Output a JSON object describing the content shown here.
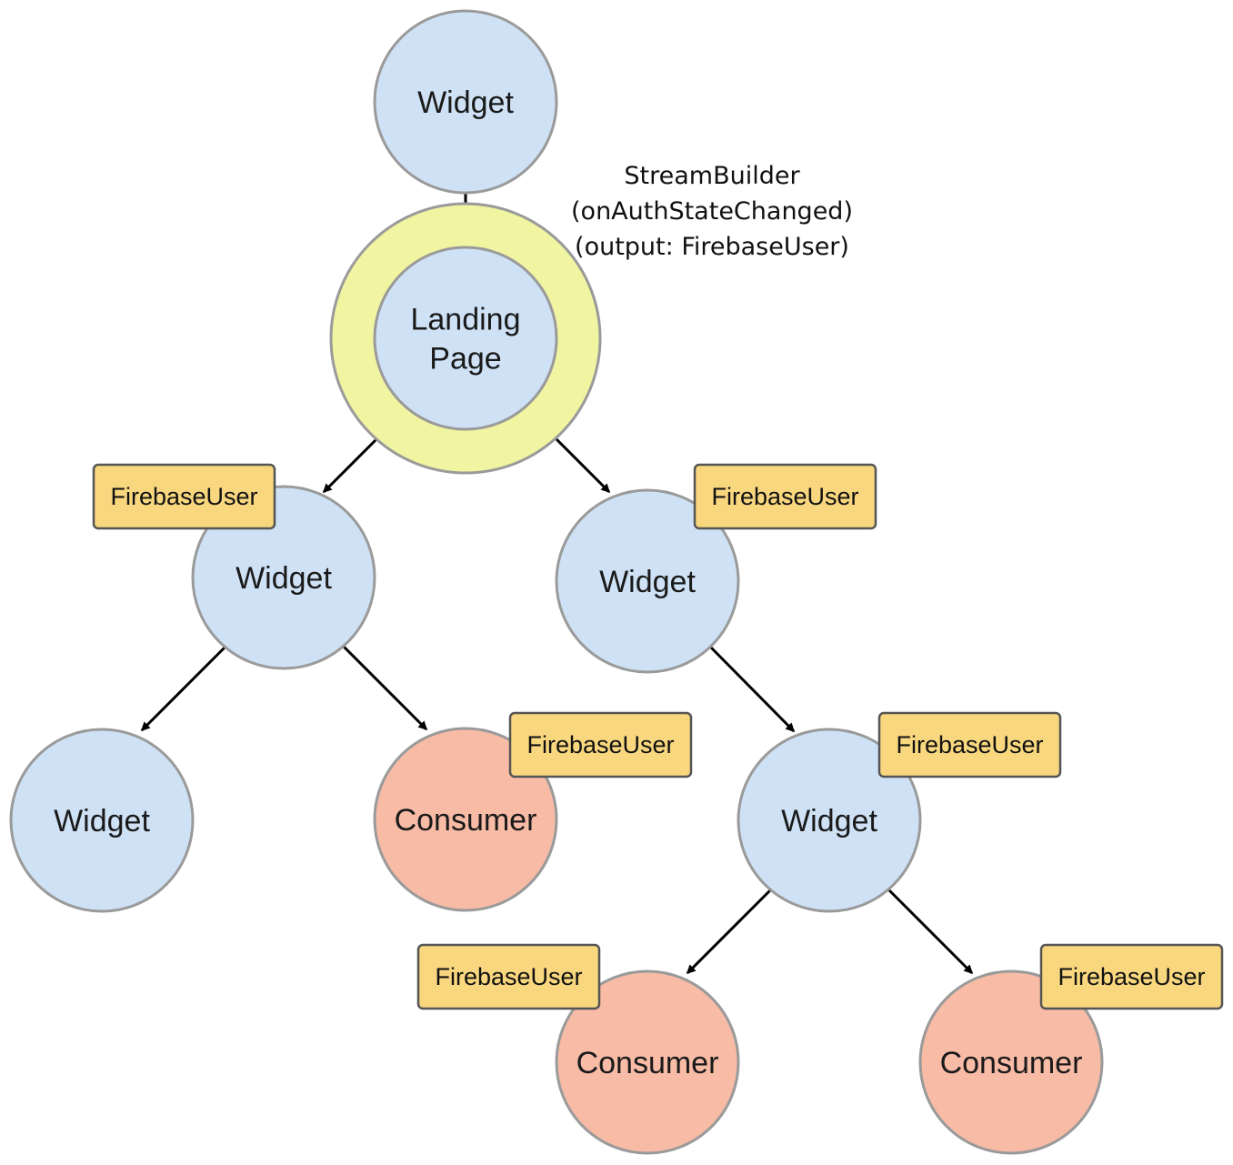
{
  "colors": {
    "widget_fill": "#cfe2f5",
    "consumer_fill": "#f7bba6",
    "stream_ring_fill": "#f1f4a1",
    "tag_fill": "#f8d77f"
  },
  "annotation": {
    "lines": [
      "StreamBuilder",
      "(onAuthStateChanged)",
      "(output: FirebaseUser)"
    ]
  },
  "nodes": [
    {
      "id": "root",
      "kind": "widget",
      "lines": [
        "Widget"
      ]
    },
    {
      "id": "landing",
      "kind": "widget",
      "lines": [
        "Landing",
        "Page"
      ],
      "stream_ring": true
    },
    {
      "id": "left",
      "kind": "widget",
      "lines": [
        "Widget"
      ]
    },
    {
      "id": "right",
      "kind": "widget",
      "lines": [
        "Widget"
      ]
    },
    {
      "id": "left-left",
      "kind": "widget",
      "lines": [
        "Widget"
      ]
    },
    {
      "id": "left-consumer",
      "kind": "consumer",
      "lines": [
        "Consumer"
      ]
    },
    {
      "id": "right-child",
      "kind": "widget",
      "lines": [
        "Widget"
      ]
    },
    {
      "id": "bottom-consumer-left",
      "kind": "consumer",
      "lines": [
        "Consumer"
      ]
    },
    {
      "id": "bottom-consumer-right",
      "kind": "consumer",
      "lines": [
        "Consumer"
      ]
    }
  ],
  "tags": [
    {
      "node": "left",
      "label": "FirebaseUser"
    },
    {
      "node": "right",
      "label": "FirebaseUser"
    },
    {
      "node": "left-consumer",
      "label": "FirebaseUser"
    },
    {
      "node": "right-child",
      "label": "FirebaseUser"
    },
    {
      "node": "bottom-consumer-left",
      "label": "FirebaseUser"
    },
    {
      "node": "bottom-consumer-right",
      "label": "FirebaseUser"
    }
  ],
  "edges": [
    {
      "from": "root",
      "to": "landing"
    },
    {
      "from": "landing",
      "to": "left"
    },
    {
      "from": "landing",
      "to": "right"
    },
    {
      "from": "left",
      "to": "left-left"
    },
    {
      "from": "left",
      "to": "left-consumer"
    },
    {
      "from": "right",
      "to": "right-child"
    },
    {
      "from": "right-child",
      "to": "bottom-consumer-left"
    },
    {
      "from": "right-child",
      "to": "bottom-consumer-right"
    }
  ]
}
